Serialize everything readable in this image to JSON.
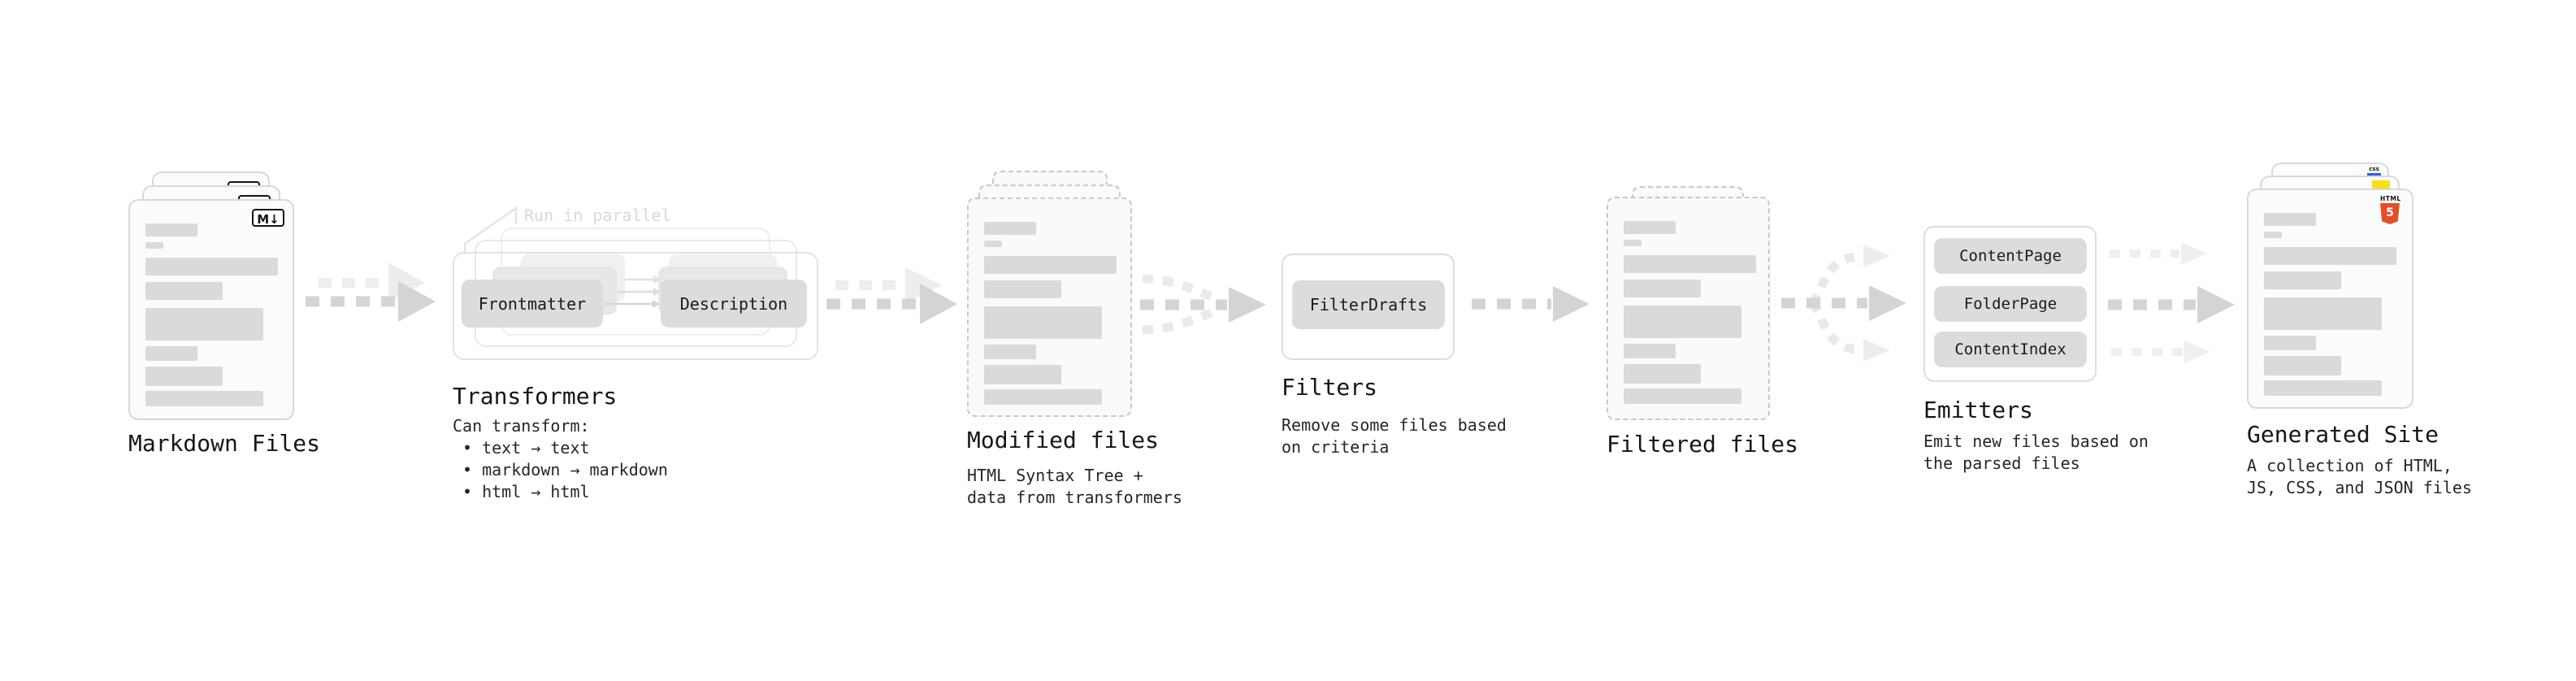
{
  "diagram": {
    "stages": {
      "markdown": {
        "title": "Markdown Files",
        "file_icon": "M↓"
      },
      "transformers": {
        "title": "Transformers",
        "callout": "Run in parallel",
        "button_from": "Frontmatter",
        "button_to": "Description",
        "desc_heading": "Can transform:",
        "bullets": [
          "• text → text",
          "• markdown → markdown",
          "• html → html"
        ]
      },
      "modified": {
        "title": "Modified files",
        "desc": "HTML Syntax Tree +\ndata from transformers"
      },
      "filters": {
        "title": "Filters",
        "button": "FilterDrafts",
        "desc": "Remove some files based\non criteria"
      },
      "filtered": {
        "title": "Filtered files"
      },
      "emitters": {
        "title": "Emitters",
        "buttons": [
          "ContentPage",
          "FolderPage",
          "ContentIndex"
        ],
        "desc": "Emit new files based on\nthe parsed files"
      },
      "generated": {
        "title": "Generated Site",
        "desc": "A collection of HTML,\nJS, CSS, and JSON files",
        "html5_label": "HTML",
        "html5_number": "5",
        "css_label": "css"
      }
    },
    "colors": {
      "html5_orange": "#e44d26",
      "js_yellow": "#f7df1e",
      "css_blue": "#2563eb"
    }
  }
}
